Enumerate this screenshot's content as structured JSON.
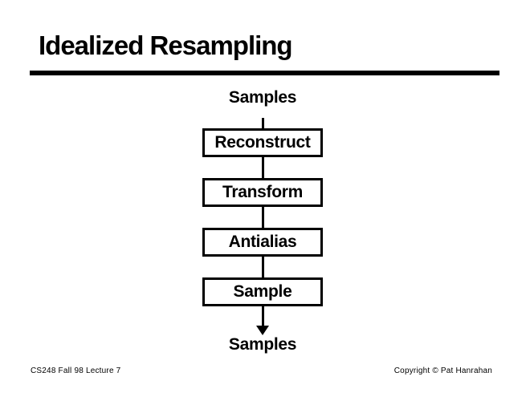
{
  "slide": {
    "title": "Idealized Resampling",
    "footer_left": "CS248 Fall 98 Lecture 7",
    "footer_right": "Copyright © Pat Hanrahan"
  },
  "diagram": {
    "input_label": "Samples",
    "stages": [
      "Reconstruct",
      "Transform",
      "Antialias",
      "Sample"
    ],
    "output_label": "Samples"
  },
  "colors": {
    "ink": "#000000",
    "background": "#ffffff"
  }
}
